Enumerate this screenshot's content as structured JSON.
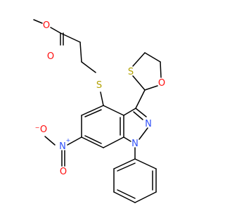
{
  "molecule": {
    "atoms": {
      "ester_oxygen": "O",
      "carbonyl_oxygen": "O",
      "thioether_sulfur": "S",
      "dithiolane_sulfur": "S",
      "ring_oxygen": "O",
      "pyrazole_n2": "N",
      "pyrazole_n1": "N",
      "nitro_nitrogen": "N",
      "nitro_nitrogen_charge": "+",
      "nitro_oxygen": "O",
      "nitro_oxygen_charge": "−"
    },
    "colors": {
      "bond": "#000000",
      "oxygen": "#ff0d0d",
      "nitrogen": "#3050f8",
      "sulfur": "#b2a100",
      "carbon": "#000000"
    }
  }
}
